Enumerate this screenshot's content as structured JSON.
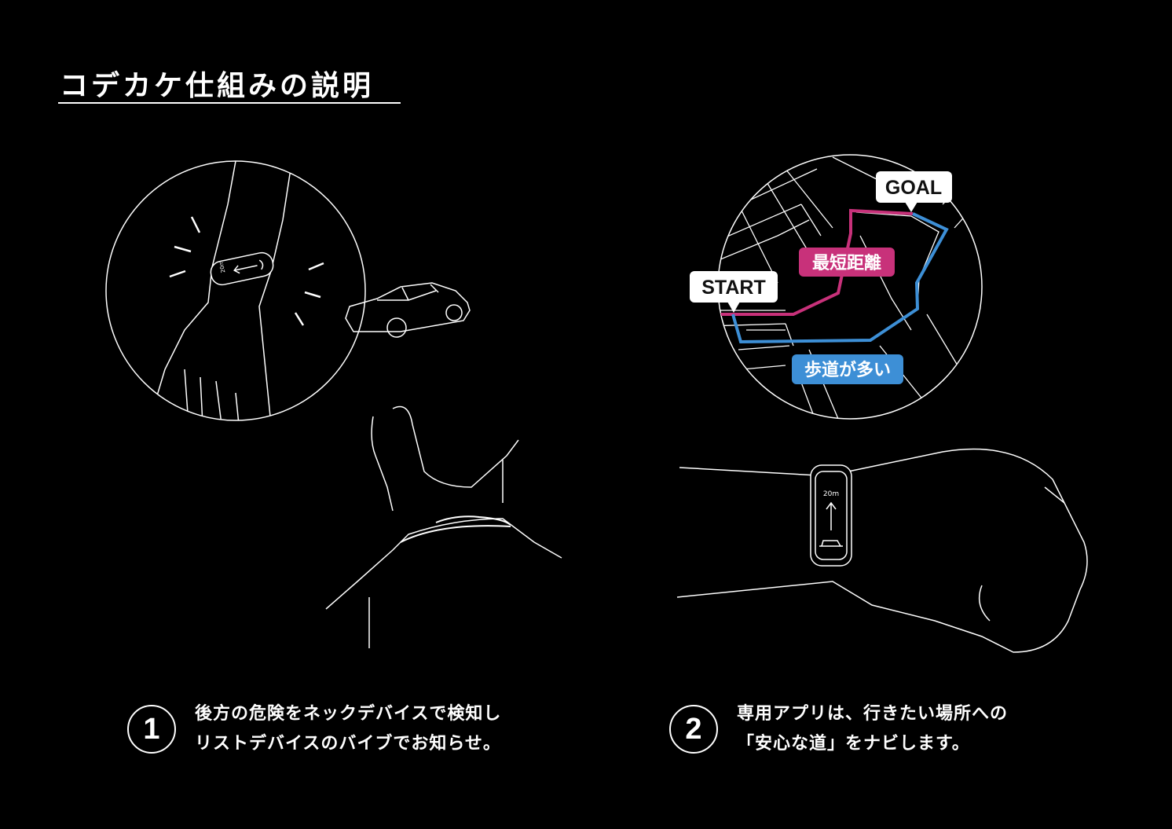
{
  "title": "コデカケ仕組みの説明",
  "illustration1": {
    "device_label": "20m"
  },
  "illustration2": {
    "device_label": "20m",
    "map": {
      "start_label": "START",
      "goal_label": "GOAL",
      "shortest_route_label": "最短距離",
      "sidewalk_route_label": "歩道が多い",
      "colors": {
        "shortest": "#c8317a",
        "sidewalk": "#3d8fd6"
      }
    }
  },
  "steps": [
    {
      "number": "1",
      "lines": [
        "後方の危険をネックデバイスで検知し",
        "リストデバイスのバイブでお知らせ。"
      ]
    },
    {
      "number": "2",
      "lines": [
        "専用アプリは、行きたい場所への",
        "「安心な道」をナビします。"
      ]
    }
  ]
}
